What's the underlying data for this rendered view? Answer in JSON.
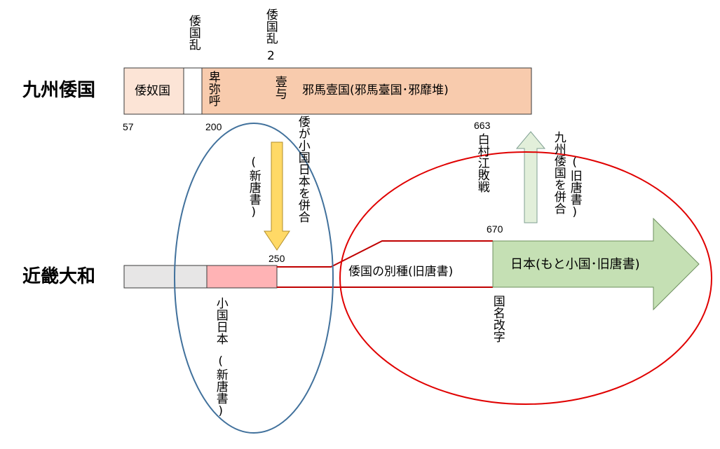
{
  "colors": {
    "wa_kingdom_fill": "#f8cbad",
    "wa_nu_fill": "#fce4d6",
    "gray_fill": "#e7e6e6",
    "pink_fill": "#ffb3b5",
    "red_line": "#c00000",
    "blue_ellipse": "#41719c",
    "red_ellipse": "#e00000",
    "yellow_arrow": "#ffd966",
    "green_arrow": "#c5e0b4",
    "up_arrow": "#e2efda"
  },
  "rows": {
    "kyushu": "九州倭国",
    "kinki": "近畿大和"
  },
  "kyushu_bar": {
    "wanu": "倭奴国",
    "himiko": "卑弥呼",
    "iyo": "壹与",
    "yamaichi": "邪馬壹国(邪馬臺国･邪靡堆)"
  },
  "top_labels": {
    "waran": "倭国乱",
    "waran2_chars": "倭国乱",
    "waran2_num": "2"
  },
  "years": {
    "y57": "57",
    "y200": "200",
    "y250": "250",
    "y663": "663",
    "y670": "670"
  },
  "annotations": {
    "shintojo_top": "(新唐書)",
    "wa_merge_small": "倭が小国日本を併合",
    "hakusonko": "白村江敗戦",
    "kyushu_merge": "九州倭国を併合",
    "kutojo_top": "(旧唐書)",
    "small_japan": "小国日本",
    "shintojo_bottom": "(新唐書)",
    "betsushu": "倭国の別種(旧唐書)",
    "nihon": "日本(もと小国･旧唐書)",
    "kokumei": "国名改字"
  }
}
